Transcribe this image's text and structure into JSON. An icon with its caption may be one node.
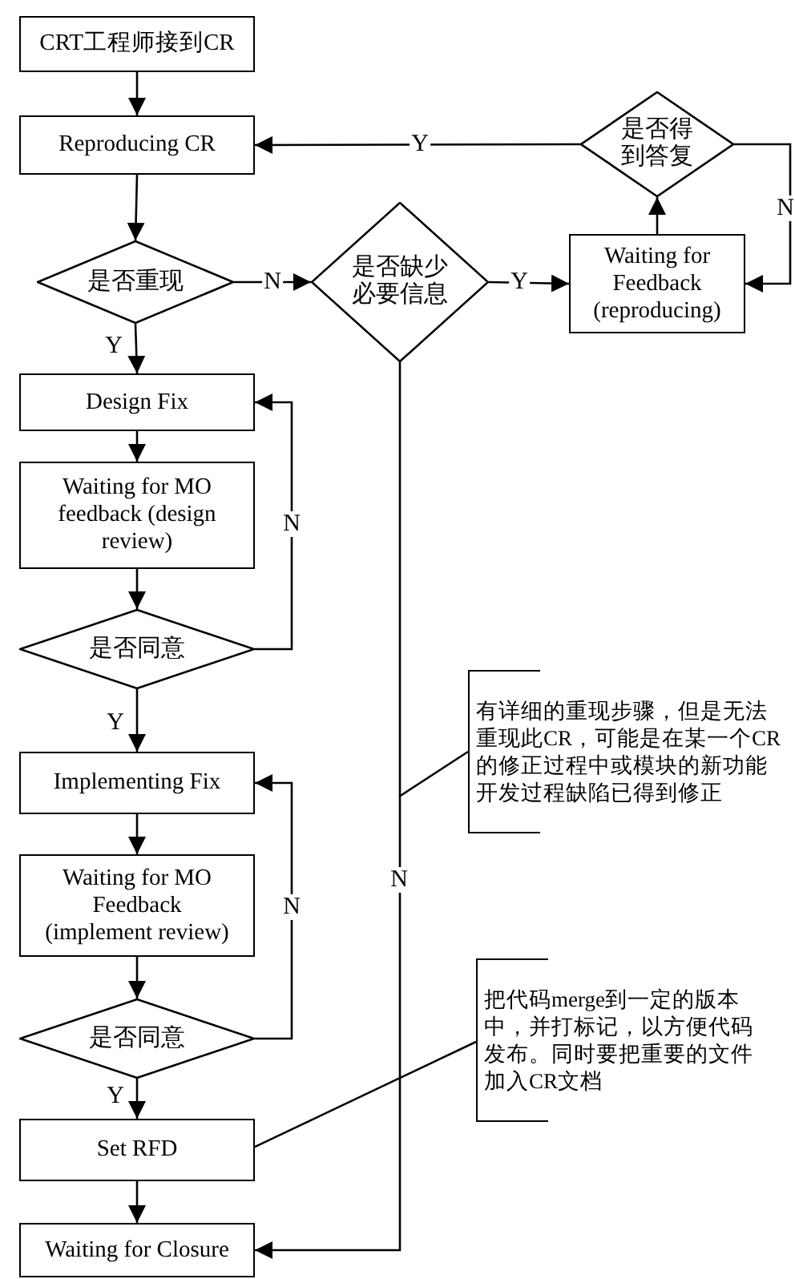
{
  "diagram": {
    "nodes": [
      {
        "text": [
          "CRT工程师接到CR"
        ]
      },
      {
        "text": [
          "Reproducing CR"
        ]
      },
      {
        "text": [
          "是否重现"
        ]
      },
      {
        "text": [
          "是否缺少必要信息"
        ]
      },
      {
        "text": [
          "是否得到答复"
        ]
      },
      {
        "text": [
          "Waiting for Feedback (reproducing)"
        ]
      },
      {
        "text": [
          "Design Fix"
        ]
      },
      {
        "text": [
          "Waiting for MO feedback (design review)"
        ]
      },
      {
        "text": [
          "是否同意"
        ]
      },
      {
        "text": [
          "Implementing Fix"
        ]
      },
      {
        "text": [
          "Waiting for MO Feedback (implement review)"
        ]
      },
      {
        "text": [
          "是否同意"
        ]
      },
      {
        "text": [
          "Set RFD"
        ]
      },
      {
        "text": [
          "Waiting for Closure"
        ]
      },
      {
        "text": [
          "有详细的重现步骤，但是无法重现此CR，可能是在某一个CR的修正过程中或模块的新功能开发过程缺陷已得到修正"
        ]
      },
      {
        "text": [
          "把代码merge到一定的版本中，并打标记，以方便代码发布。同时要把重要的文件加入CR文档"
        ]
      }
    ],
    "edges": [
      {
        "from": 0,
        "to": 1,
        "arrow": "to"
      },
      {
        "from": 1,
        "to": 2,
        "arrow": "to"
      },
      {
        "from": 2,
        "to": 3,
        "arrow": "to",
        "label": "N"
      },
      {
        "from": 3,
        "to": 5,
        "arrow": "to",
        "label": "Y"
      },
      {
        "from": 5,
        "to": 4,
        "arrow": "to"
      },
      {
        "from": 4,
        "to": 1,
        "arrow": "to",
        "label": "Y"
      },
      {
        "from": 4,
        "to": 5,
        "arrow": "to",
        "label": "N"
      },
      {
        "from": 2,
        "to": 6,
        "arrow": "to",
        "label": "Y"
      },
      {
        "from": 6,
        "to": 7,
        "arrow": "to"
      },
      {
        "from": 7,
        "to": 8,
        "arrow": "to"
      },
      {
        "from": 8,
        "to": 6,
        "arrow": "to",
        "label": "N"
      },
      {
        "from": 8,
        "to": 9,
        "arrow": "to",
        "label": "Y"
      },
      {
        "from": 9,
        "to": 10,
        "arrow": "to"
      },
      {
        "from": 10,
        "to": 11,
        "arrow": "to"
      },
      {
        "from": 11,
        "to": 9,
        "arrow": "to",
        "label": "N"
      },
      {
        "from": 11,
        "to": 12,
        "arrow": "to",
        "label": "Y"
      },
      {
        "from": 12,
        "to": 13,
        "arrow": "to"
      },
      {
        "from": 3,
        "to": 13,
        "arrow": "to",
        "label": "N"
      },
      {
        "from": 14,
        "to": null,
        "arrow": "none"
      },
      {
        "from": 15,
        "to": 12,
        "arrow": "none"
      }
    ]
  }
}
